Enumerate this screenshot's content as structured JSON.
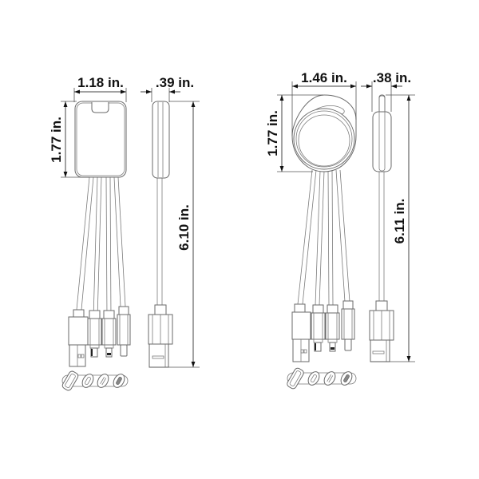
{
  "diagram": {
    "title": "",
    "products": [
      {
        "name": "rectangular-keychain-cable",
        "body_shape": "rounded-rectangle",
        "dimensions": {
          "width": "1.18 in.",
          "thickness": ".39 in.",
          "body_height": "1.77 in.",
          "overall_length": "6.10 in."
        },
        "connectors": [
          "USB-A",
          "Lightning",
          "Micro-USB",
          "USB-C"
        ]
      },
      {
        "name": "round-keychain-cable",
        "body_shape": "round-with-loop",
        "dimensions": {
          "width": "1.46 in.",
          "thickness": ".38 in.",
          "body_height": "1.77 in.",
          "overall_length": "6.11 in."
        },
        "connectors": [
          "USB-A",
          "Lightning",
          "Micro-USB",
          "USB-C"
        ]
      }
    ],
    "colors": {
      "outline": "#6a6a6a",
      "dimension_text": "#111111",
      "background": "#ffffff"
    }
  }
}
